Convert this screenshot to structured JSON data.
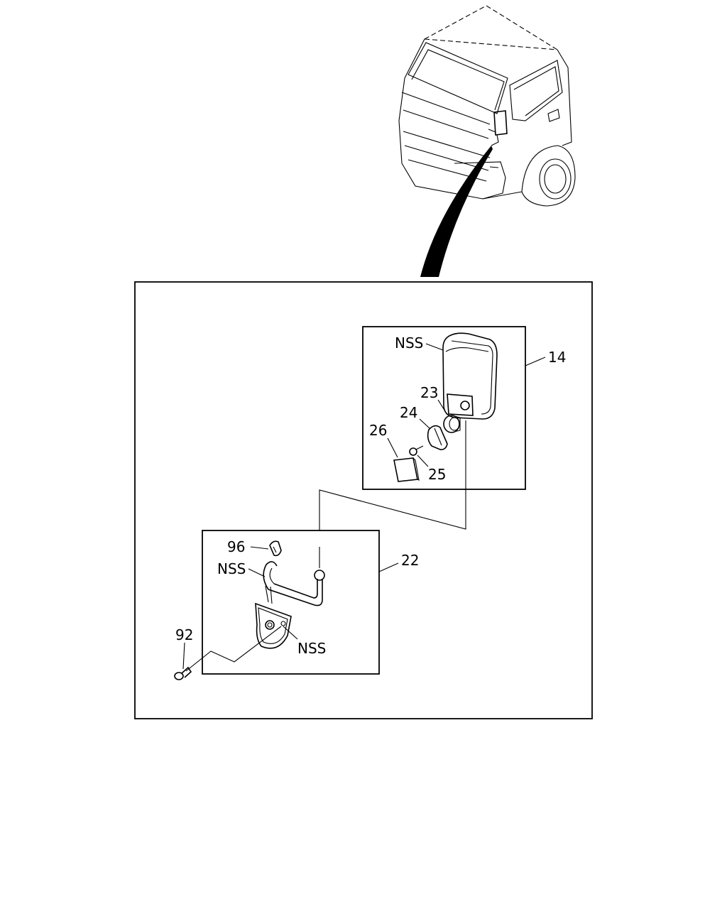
{
  "labels": {
    "assembly_mirror": "14",
    "assembly_stay": "22",
    "part_23": "23",
    "part_24": "24",
    "part_25": "25",
    "part_26": "26",
    "part_92": "92",
    "part_96": "96",
    "nss_mirror": "NSS",
    "nss_stay": "NSS",
    "nss_bracket": "NSS"
  }
}
